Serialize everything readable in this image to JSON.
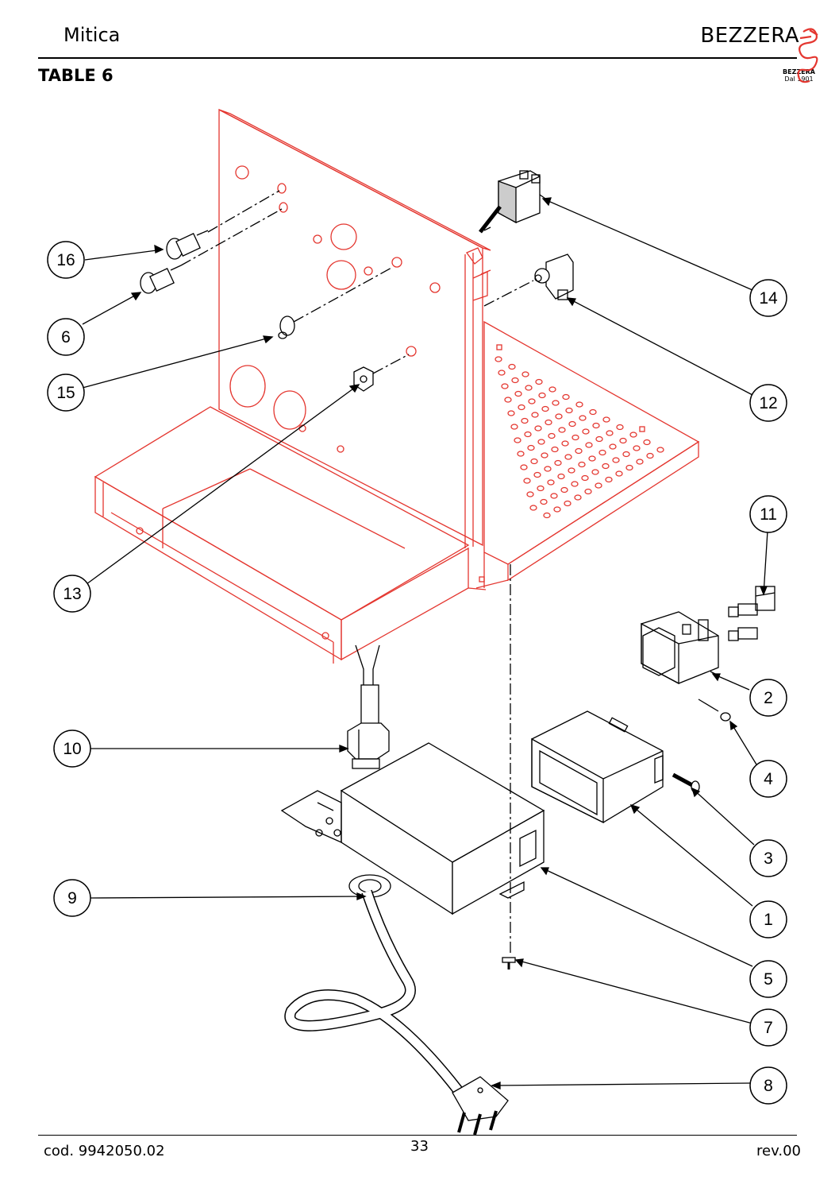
{
  "header": {
    "title": "Mitica",
    "brand": "BEZZERA",
    "logo_text": "BEZZERA",
    "logo_sub": "Dal 1901",
    "table_label": "TABLE 6"
  },
  "footer": {
    "code": "cod. 9942050.02",
    "page": "33",
    "revision": "rev.00"
  },
  "colors": {
    "frame": "#e4362f",
    "line": "#000000",
    "logo": "#e4362f"
  },
  "callouts": [
    "16",
    "6",
    "15",
    "13",
    "14",
    "12",
    "11",
    "2",
    "4",
    "3",
    "1",
    "5",
    "7",
    "8",
    "10",
    "9"
  ]
}
